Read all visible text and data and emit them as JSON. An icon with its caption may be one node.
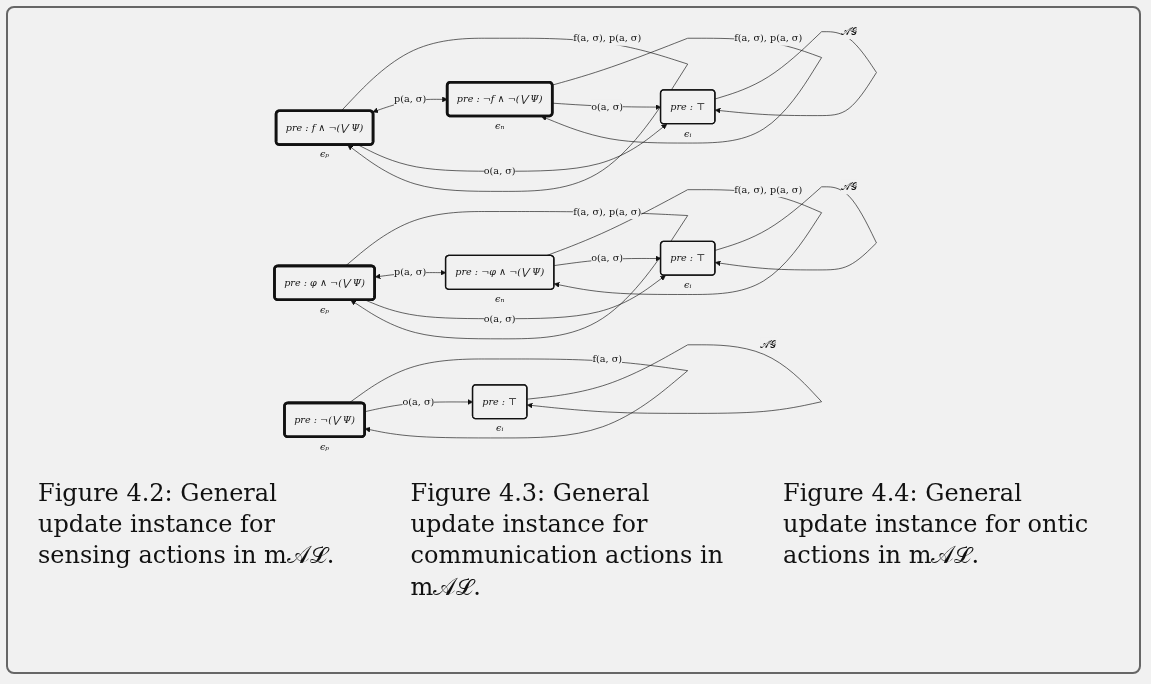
{
  "diagram": {
    "nodes": [
      {
        "text": [
          "pre : f ∧ ¬(⋁ Ψ)"
        ],
        "beside": [
          "ϵₚ"
        ]
      },
      {
        "text": [
          "pre : ¬f ∧ ¬(⋁ Ψ)"
        ],
        "beside": [
          "ϵₙ"
        ]
      },
      {
        "text": [
          "pre : ⊤"
        ],
        "beside": [
          "ϵᵢ"
        ]
      },
      {
        "text": [
          "pre : φ ∧ ¬(⋁ Ψ)"
        ],
        "beside": [
          "ϵₚ"
        ]
      },
      {
        "text": [
          "pre : ¬φ ∧ ¬(⋁ Ψ)"
        ],
        "beside": [
          "ϵₙ"
        ]
      },
      {
        "text": [
          "pre : ⊤"
        ],
        "beside": [
          "ϵᵢ"
        ]
      },
      {
        "text": [
          "pre : ¬(⋁ Ψ)"
        ],
        "beside": [
          "ϵₚ"
        ]
      },
      {
        "text": [
          "pre : ⊤"
        ],
        "beside": [
          "ϵᵢ"
        ]
      }
    ],
    "edges": [
      {
        "from": 0,
        "to": 0,
        "arrow": "to",
        "label": "f(a, σ), p(a, σ)"
      },
      {
        "from": 1,
        "to": 1,
        "arrow": "to",
        "label": "f(a, σ), p(a, σ)"
      },
      {
        "from": 0,
        "to": 1,
        "arrow": "both",
        "label": "p(a, σ)"
      },
      {
        "from": 0,
        "to": 2,
        "arrow": "to",
        "label": "o(a, σ)"
      },
      {
        "from": 1,
        "to": 2,
        "arrow": "to",
        "label": "o(a, σ)"
      },
      {
        "from": 2,
        "to": 2,
        "arrow": "to",
        "label": "𝒜𝒢"
      },
      {
        "from": 3,
        "to": 3,
        "arrow": "to",
        "label": "f(a, σ), p(a, σ)"
      },
      {
        "from": 4,
        "to": 4,
        "arrow": "to",
        "label": "f(a, σ), p(a, σ)"
      },
      {
        "from": 3,
        "to": 4,
        "arrow": "both",
        "label": "p(a, σ)"
      },
      {
        "from": 3,
        "to": 5,
        "arrow": "to",
        "label": "o(a, σ)"
      },
      {
        "from": 4,
        "to": 5,
        "arrow": "to",
        "label": "o(a, σ)"
      },
      {
        "from": 5,
        "to": 5,
        "arrow": "to",
        "label": "𝒜𝒢"
      },
      {
        "from": 6,
        "to": 6,
        "arrow": "to",
        "label": "f(a, σ)"
      },
      {
        "from": 6,
        "to": 7,
        "arrow": "to",
        "label": "o(a, σ)"
      },
      {
        "from": 7,
        "to": 7,
        "arrow": "to",
        "label": "𝒜𝒢"
      }
    ],
    "labels": [
      "Figure 4.2: General update instance for sensing actions in m𝒜ℒ.",
      "Figure 4.3: General update instance for communication actions in m𝒜ℒ.",
      "Figure 4.4: General update instance for ontic actions in m𝒜ℒ."
    ]
  }
}
